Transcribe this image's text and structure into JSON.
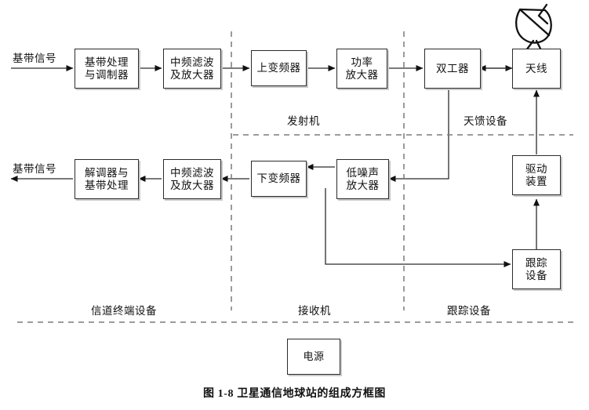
{
  "figure": {
    "caption": "图 1-8  卫星通信地球站的组成方框图",
    "io_labels": {
      "tx_input": "基带信号",
      "rx_output": "基带信号"
    },
    "sections": [
      {
        "name": "transmitter",
        "label": "发射机"
      },
      {
        "name": "antenna-feed",
        "label": "天馈设备"
      },
      {
        "name": "channel-terminal",
        "label": "信道终端设备"
      },
      {
        "name": "receiver",
        "label": "接收机"
      },
      {
        "name": "tracking",
        "label": "跟踪设备"
      }
    ],
    "blocks": [
      {
        "id": "baseband-modulator",
        "label": "基带处理\n与调制器"
      },
      {
        "id": "if-filter-amp-tx",
        "label": "中频滤波\n及放大器"
      },
      {
        "id": "up-converter",
        "label": "上变频器"
      },
      {
        "id": "power-amplifier",
        "label": "功率\n放大器"
      },
      {
        "id": "duplexer",
        "label": "双工器"
      },
      {
        "id": "antenna",
        "label": "天线"
      },
      {
        "id": "demodulator-baseband",
        "label": "解调器与\n基带处理"
      },
      {
        "id": "if-filter-amp-rx",
        "label": "中频滤波\n及放大器"
      },
      {
        "id": "down-converter",
        "label": "下变频器"
      },
      {
        "id": "low-noise-amplifier",
        "label": "低噪声\n放大器"
      },
      {
        "id": "drive-unit",
        "label": "驱动\n装置"
      },
      {
        "id": "tracking-equipment",
        "label": "跟踪\n设备"
      },
      {
        "id": "power-supply",
        "label": "电源"
      }
    ],
    "colors": {
      "line": "#2b2b2b",
      "shadow": "#c9c9c9",
      "dashed": "#7a7a7a",
      "text": "#111111",
      "background": "#ffffff"
    }
  }
}
